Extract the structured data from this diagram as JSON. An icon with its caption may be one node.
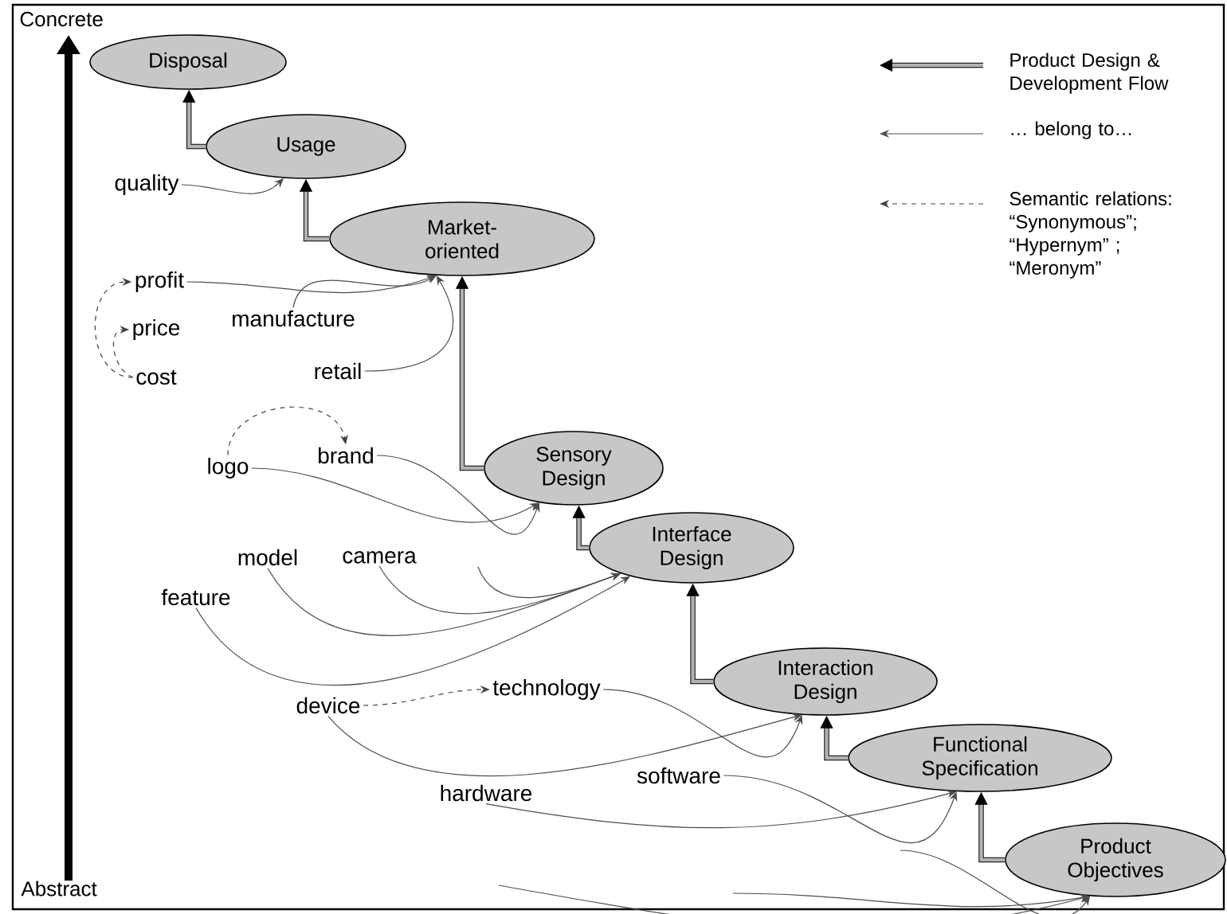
{
  "diagram": {
    "nodes": [
      {
        "text": [
          "Disposal"
        ]
      },
      {
        "text": [
          "Usage"
        ]
      },
      {
        "text": [
          "Market-oriented"
        ]
      },
      {
        "text": [
          "Sensory Design"
        ]
      },
      {
        "text": [
          "Interface Design"
        ]
      },
      {
        "text": [
          "Interaction Design"
        ]
      },
      {
        "text": [
          "Functional Specification"
        ]
      },
      {
        "text": [
          "Product Objectives"
        ]
      },
      {
        "text": [
          "quality"
        ]
      },
      {
        "text": [
          "profit"
        ]
      },
      {
        "text": [
          "manufacture"
        ]
      },
      {
        "text": [
          "retail"
        ]
      },
      {
        "text": [
          "price"
        ]
      },
      {
        "text": [
          "cost"
        ]
      },
      {
        "text": [
          "logo"
        ]
      },
      {
        "text": [
          "brand"
        ]
      },
      {
        "text": [
          "model"
        ]
      },
      {
        "text": [
          "camera"
        ]
      },
      {
        "text": [
          "feature"
        ]
      },
      {
        "text": [
          "device"
        ]
      },
      {
        "text": [
          "technology"
        ]
      },
      {
        "text": [
          "hardware"
        ]
      },
      {
        "text": [
          "software"
        ]
      }
    ],
    "edges": [
      {
        "from": 1,
        "to": 0,
        "arrow": "to",
        "style": "thick"
      },
      {
        "from": 2,
        "to": 1,
        "arrow": "to",
        "style": "thick"
      },
      {
        "from": 3,
        "to": 2,
        "arrow": "to",
        "style": "thick"
      },
      {
        "from": 4,
        "to": 3,
        "arrow": "to",
        "style": "thick"
      },
      {
        "from": 5,
        "to": 4,
        "arrow": "to",
        "style": "thick"
      },
      {
        "from": 6,
        "to": 5,
        "arrow": "to",
        "style": "thick"
      },
      {
        "from": 7,
        "to": 6,
        "arrow": "to",
        "style": "thick"
      },
      {
        "from": 8,
        "to": 1,
        "arrow": "to"
      },
      {
        "from": 9,
        "to": 2,
        "arrow": "to"
      },
      {
        "from": 10,
        "to": 2,
        "arrow": "to"
      },
      {
        "from": 11,
        "to": 2,
        "arrow": "to"
      },
      {
        "from": 13,
        "to": 9,
        "arrow": "to",
        "style": "dashed"
      },
      {
        "from": 13,
        "to": 12,
        "arrow": "to",
        "style": "dashed"
      },
      {
        "from": 14,
        "to": 15,
        "arrow": "to",
        "style": "dashed"
      },
      {
        "from": 14,
        "to": 3,
        "arrow": "to"
      },
      {
        "from": 15,
        "to": 3,
        "arrow": "to"
      },
      {
        "from": 16,
        "to": 4,
        "arrow": "to"
      },
      {
        "from": 17,
        "to": 4,
        "arrow": "to"
      },
      {
        "from": null,
        "to": 4,
        "arrow": "to"
      },
      {
        "from": 18,
        "to": 4,
        "arrow": "to"
      },
      {
        "from": 19,
        "to": 20,
        "arrow": "to",
        "style": "dashed"
      },
      {
        "from": 20,
        "to": 5,
        "arrow": "to"
      },
      {
        "from": 19,
        "to": 5,
        "arrow": "to"
      },
      {
        "from": 22,
        "to": 6,
        "arrow": "to"
      },
      {
        "from": 21,
        "to": 6,
        "arrow": "to"
      },
      {
        "from": null,
        "to": 7,
        "arrow": "to"
      },
      {
        "from": null,
        "to": 7,
        "arrow": "to"
      },
      {
        "from": null,
        "to": 7,
        "arrow": "to"
      }
    ],
    "labels": [
      "Concrete",
      "Abstract"
    ],
    "legend": [
      {
        "text": "Product Design & Development Flow"
      },
      {
        "text": "… belong to…"
      },
      {
        "text": "Semantic relations: “Synonymous”; “Hypernym” ; “Meronym”"
      }
    ]
  }
}
